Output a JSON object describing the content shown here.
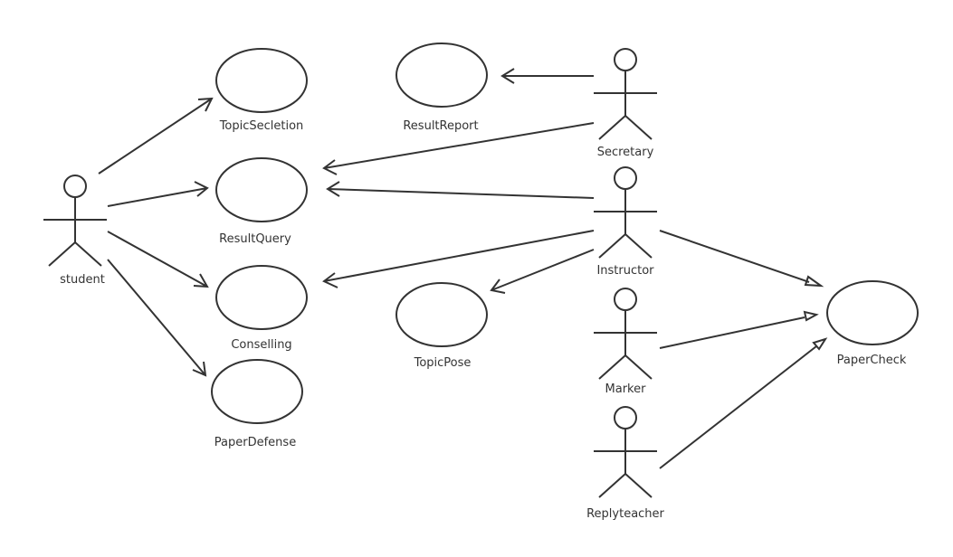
{
  "diagram": {
    "type": "use-case",
    "actors": [
      {
        "id": "student",
        "label": "student"
      },
      {
        "id": "secretary",
        "label": "Secretary"
      },
      {
        "id": "instructor",
        "label": "Instructor"
      },
      {
        "id": "marker",
        "label": "Marker"
      },
      {
        "id": "replyteacher",
        "label": "Replyteacher"
      }
    ],
    "use_cases": [
      {
        "id": "topic-secletion",
        "label": "TopicSecletion"
      },
      {
        "id": "result-query",
        "label": "ResultQuery"
      },
      {
        "id": "conselling",
        "label": "Conselling"
      },
      {
        "id": "paper-defense",
        "label": "PaperDefense"
      },
      {
        "id": "result-report",
        "label": "ResultReport"
      },
      {
        "id": "topic-pose",
        "label": "TopicPose"
      },
      {
        "id": "paper-check",
        "label": "PaperCheck"
      }
    ],
    "relationships": [
      {
        "from": "student",
        "to": "topic-secletion",
        "kind": "association"
      },
      {
        "from": "student",
        "to": "result-query",
        "kind": "association"
      },
      {
        "from": "student",
        "to": "conselling",
        "kind": "association"
      },
      {
        "from": "student",
        "to": "paper-defense",
        "kind": "association"
      },
      {
        "from": "secretary",
        "to": "result-report",
        "kind": "association"
      },
      {
        "from": "secretary",
        "to": "result-query",
        "kind": "association"
      },
      {
        "from": "instructor",
        "to": "result-query",
        "kind": "association"
      },
      {
        "from": "instructor",
        "to": "conselling",
        "kind": "association"
      },
      {
        "from": "instructor",
        "to": "topic-pose",
        "kind": "association"
      },
      {
        "from": "instructor",
        "to": "paper-check",
        "kind": "generalization"
      },
      {
        "from": "marker",
        "to": "paper-check",
        "kind": "generalization"
      },
      {
        "from": "replyteacher",
        "to": "paper-check",
        "kind": "generalization"
      }
    ]
  }
}
